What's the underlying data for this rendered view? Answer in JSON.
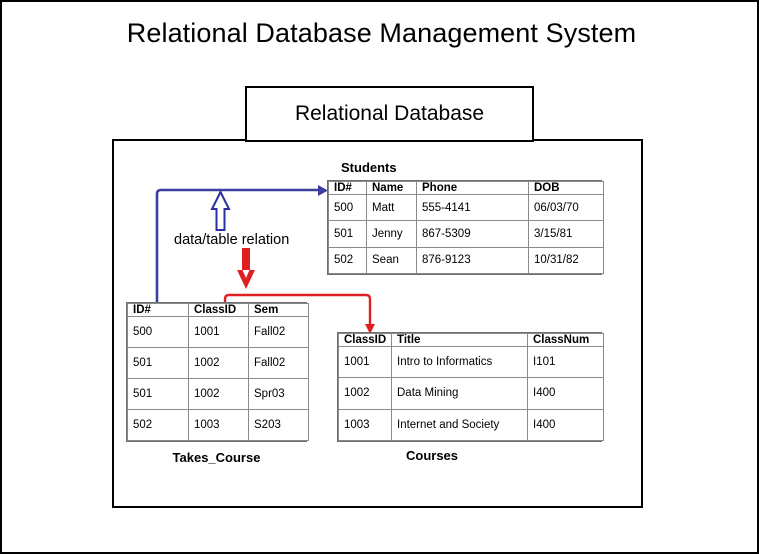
{
  "slide": {
    "title": "Relational Database Management System",
    "subtitle": "Relational Database",
    "relation_label": "data/table relation"
  },
  "colors": {
    "blue_header": "#1f3a7a",
    "blue_value": "#4a6fb5",
    "red_header": "#e03030",
    "red_value": "#e05050",
    "black": "#000000",
    "border": "#8a8a8a",
    "connector_blue": "#3b3f9e",
    "connector_red": "#e02020"
  },
  "tables": {
    "students": {
      "caption": "Students",
      "columns": [
        {
          "label": "ID#",
          "color_class": "hdr-blue"
        },
        {
          "label": "Name",
          "color_class": "hdr-black"
        },
        {
          "label": "Phone",
          "color_class": "hdr-black"
        },
        {
          "label": "DOB",
          "color_class": "hdr-black"
        }
      ],
      "rows": [
        [
          {
            "value": "500",
            "color_class": "val-blue"
          },
          {
            "value": "Matt",
            "color_class": "val-black"
          },
          {
            "value": "555-4141",
            "color_class": "val-black"
          },
          {
            "value": "06/03/70",
            "color_class": "val-black"
          }
        ],
        [
          {
            "value": "501",
            "color_class": "val-blue"
          },
          {
            "value": "Jenny",
            "color_class": "val-black"
          },
          {
            "value": "867-5309",
            "color_class": "val-black"
          },
          {
            "value": "3/15/81",
            "color_class": "val-black"
          }
        ],
        [
          {
            "value": "502",
            "color_class": "val-blue"
          },
          {
            "value": "Sean",
            "color_class": "val-black"
          },
          {
            "value": "876-9123",
            "color_class": "val-black"
          },
          {
            "value": "10/31/82",
            "color_class": "val-black"
          }
        ]
      ]
    },
    "takes_course": {
      "caption": "Takes_Course",
      "columns": [
        {
          "label": "ID#",
          "color_class": "hdr-blue"
        },
        {
          "label": "ClassID",
          "color_class": "hdr-red"
        },
        {
          "label": "Sem",
          "color_class": "hdr-black"
        }
      ],
      "rows": [
        [
          {
            "value": "500",
            "color_class": "val-blue"
          },
          {
            "value": "1001",
            "color_class": "val-red"
          },
          {
            "value": "Fall02",
            "color_class": "val-black"
          }
        ],
        [
          {
            "value": "501",
            "color_class": "val-blue"
          },
          {
            "value": "1002",
            "color_class": "val-red"
          },
          {
            "value": "Fall02",
            "color_class": "val-black"
          }
        ],
        [
          {
            "value": "501",
            "color_class": "val-blue"
          },
          {
            "value": "1002",
            "color_class": "val-red"
          },
          {
            "value": "Spr03",
            "color_class": "val-black"
          }
        ],
        [
          {
            "value": "502",
            "color_class": "val-blue"
          },
          {
            "value": "1003",
            "color_class": "val-red"
          },
          {
            "value": "S203",
            "color_class": "val-black"
          }
        ]
      ]
    },
    "courses": {
      "caption": "Courses",
      "columns": [
        {
          "label": "ClassID",
          "color_class": "hdr-red"
        },
        {
          "label": "Title",
          "color_class": "hdr-black"
        },
        {
          "label": "ClassNum",
          "color_class": "hdr-black"
        }
      ],
      "rows": [
        [
          {
            "value": "1001",
            "color_class": "val-red"
          },
          {
            "value": "Intro to Informatics",
            "color_class": "val-black"
          },
          {
            "value": "I101",
            "color_class": "val-black"
          }
        ],
        [
          {
            "value": "1002",
            "color_class": "val-red"
          },
          {
            "value": "Data Mining",
            "color_class": "val-black"
          },
          {
            "value": "I400",
            "color_class": "val-black"
          }
        ],
        [
          {
            "value": "1003",
            "color_class": "val-red"
          },
          {
            "value": "Internet and Society",
            "color_class": "val-black"
          },
          {
            "value": "I400",
            "color_class": "val-black"
          }
        ]
      ]
    }
  }
}
